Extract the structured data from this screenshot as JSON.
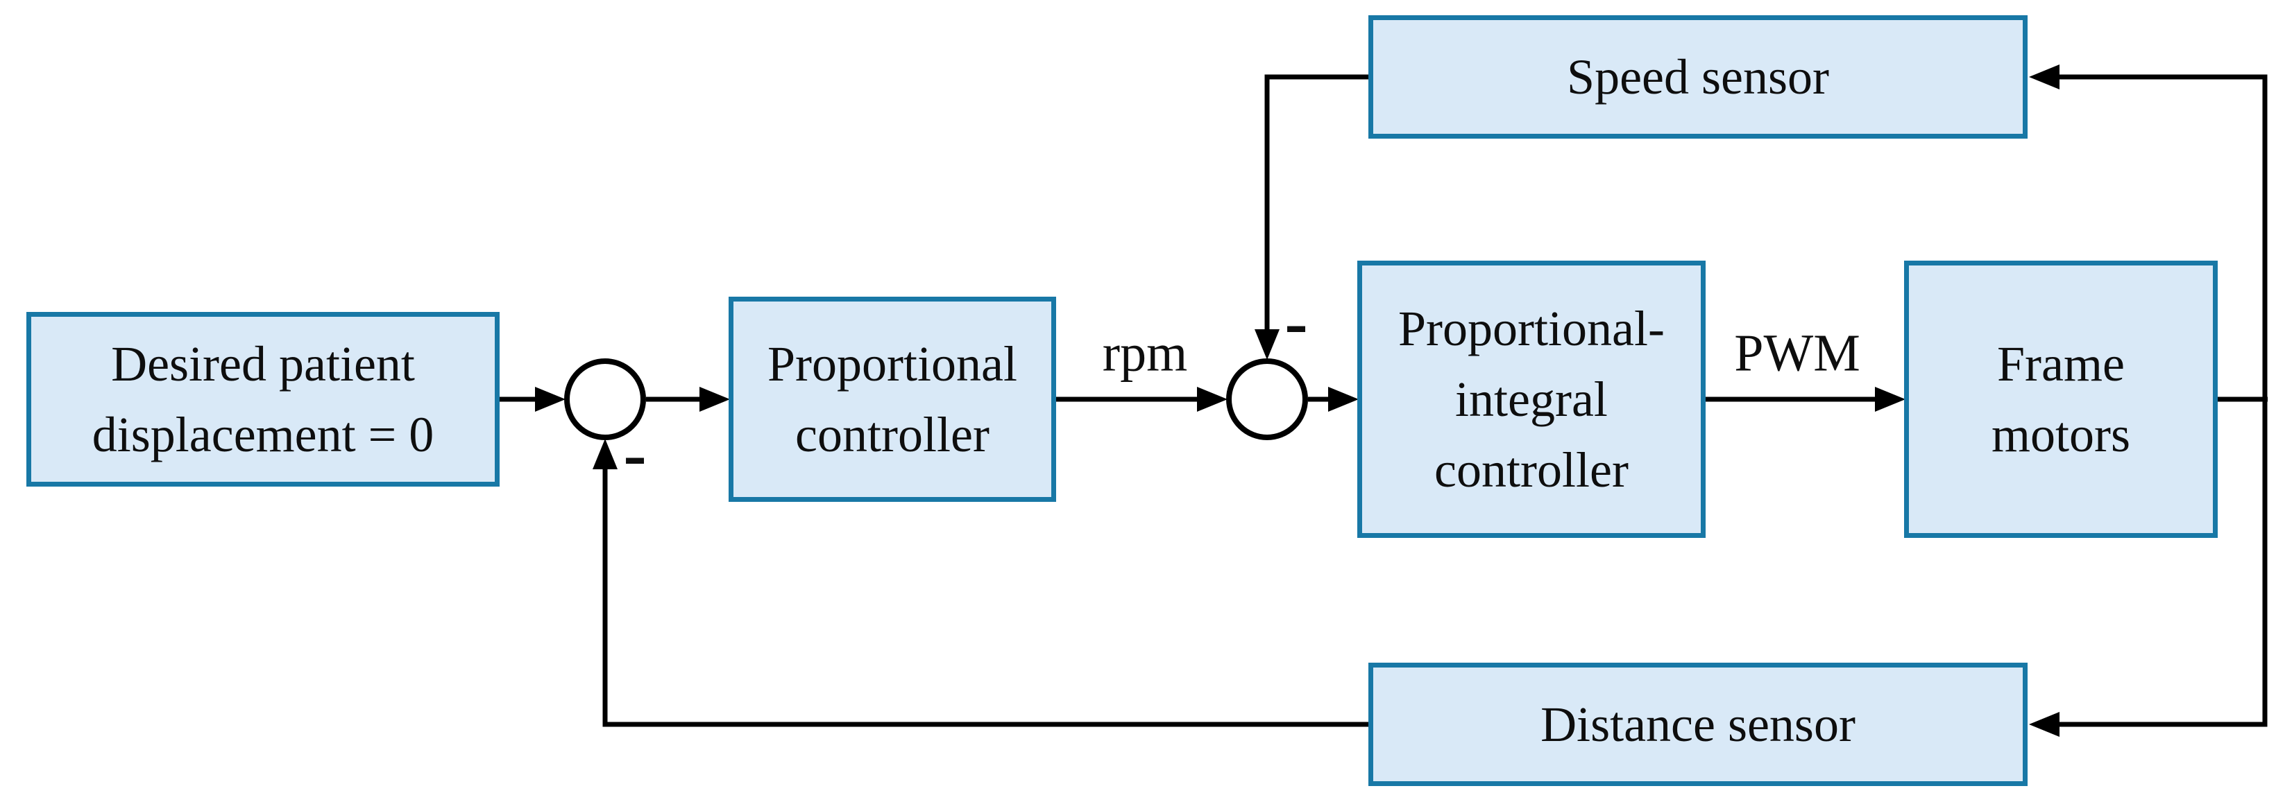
{
  "colors": {
    "background": "#ffffff",
    "block_fill": "#d9e9f7",
    "block_border": "#1878a6",
    "line": "#000000",
    "text": "#0e0e0e"
  },
  "blocks": {
    "desired": {
      "label": "Desired patient\ndisplacement = 0"
    },
    "proportional": {
      "label": "Proportional\ncontroller"
    },
    "pi": {
      "label": "Proportional-\nintegral\ncontroller"
    },
    "frame": {
      "label": "Frame\nmotors"
    },
    "speed": {
      "label": "Speed sensor"
    },
    "distance": {
      "label": "Distance sensor"
    }
  },
  "wire_labels": {
    "rpm": "rpm",
    "pwm": "PWM"
  },
  "junctions": {
    "sum1": {
      "sign": "-"
    },
    "sum2": {
      "sign": "-"
    }
  }
}
